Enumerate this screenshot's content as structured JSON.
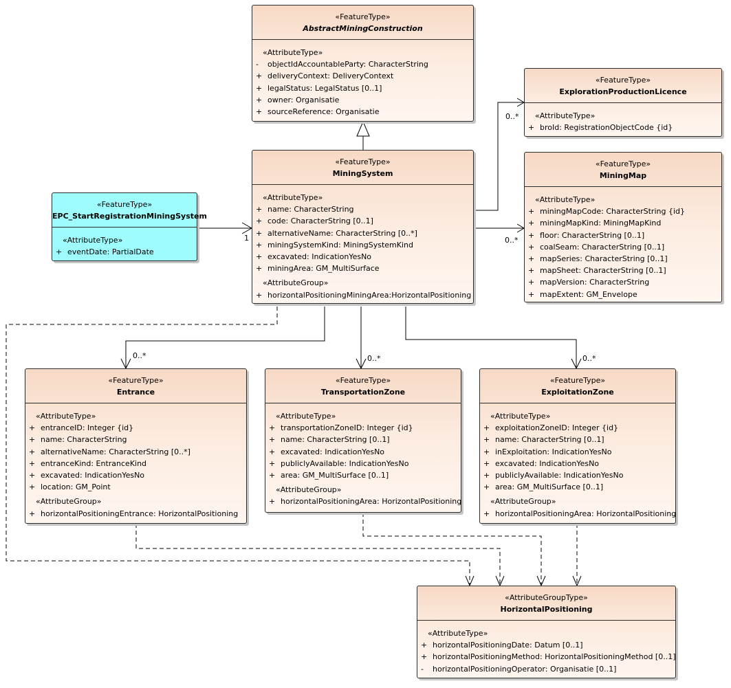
{
  "classes": {
    "amc": {
      "stereotype": "«FeatureType»",
      "name": "AbstractMiningConstruction",
      "groups": [
        {
          "header": "«AttributeType»",
          "rows": [
            {
              "vis": "-",
              "text": "objectIdAccountableParty: CharacterString"
            },
            {
              "vis": "+",
              "text": "deliveryContext: DeliveryContext"
            },
            {
              "vis": "+",
              "text": "legalStatus: LegalStatus [0..1]"
            },
            {
              "vis": "+",
              "text": "owner: Organisatie"
            },
            {
              "vis": "+",
              "text": "sourceReference: Organisatie"
            }
          ]
        }
      ]
    },
    "epl": {
      "stereotype": "«FeatureType»",
      "name": "ExplorationProductionLicence",
      "groups": [
        {
          "header": "«AttributeType»",
          "rows": [
            {
              "vis": "+",
              "text": "broId: RegistrationObjectCode {id}"
            }
          ]
        }
      ]
    },
    "mm": {
      "stereotype": "«FeatureType»",
      "name": "MiningMap",
      "groups": [
        {
          "header": "«AttributeType»",
          "rows": [
            {
              "vis": "+",
              "text": "miningMapCode: CharacterString {id}"
            },
            {
              "vis": "+",
              "text": "miningMapKind: MiningMapKind"
            },
            {
              "vis": "+",
              "text": "floor: CharacterString [0..1]"
            },
            {
              "vis": "+",
              "text": "coalSeam: CharacterString [0..1]"
            },
            {
              "vis": "+",
              "text": "mapSeries: CharacterString [0..1]"
            },
            {
              "vis": "+",
              "text": "mapSheet: CharacterString [0..1]"
            },
            {
              "vis": "+",
              "text": "mapVersion: CharacterString"
            },
            {
              "vis": "+",
              "text": "mapExtent: GM_Envelope"
            }
          ]
        }
      ]
    },
    "ms": {
      "stereotype": "«FeatureType»",
      "name": "MiningSystem",
      "groups": [
        {
          "header": "«AttributeType»",
          "rows": [
            {
              "vis": "+",
              "text": "name: CharacterString"
            },
            {
              "vis": "+",
              "text": "code: CharacterString [0..1]"
            },
            {
              "vis": "+",
              "text": "alternativeName: CharacterString [0..*]"
            },
            {
              "vis": "+",
              "text": "miningSystemKind: MiningSystemKind"
            },
            {
              "vis": "+",
              "text": "excavated: IndicationYesNo"
            },
            {
              "vis": "+",
              "text": "miningArea: GM_MultiSurface"
            }
          ]
        },
        {
          "header": "«AttributeGroup»",
          "rows": [
            {
              "vis": "+",
              "text": "horizontalPositioningMiningArea:HorizontalPositioning"
            }
          ]
        }
      ]
    },
    "epc": {
      "stereotype": "«FeatureType»",
      "name": "EPC_StartRegistrationMiningSystem",
      "groups": [
        {
          "header": "«AttributeType»",
          "rows": [
            {
              "vis": "+",
              "text": "eventDate: PartialDate"
            }
          ]
        }
      ]
    },
    "ent": {
      "stereotype": "«FeatureType»",
      "name": "Entrance",
      "groups": [
        {
          "header": "«AttributeType»",
          "rows": [
            {
              "vis": "+",
              "text": "entranceID: Integer {id}"
            },
            {
              "vis": "+",
              "text": "name: CharacterString"
            },
            {
              "vis": "+",
              "text": "alternativeName: CharacterString [0..*]"
            },
            {
              "vis": "+",
              "text": "entranceKind: EntranceKind"
            },
            {
              "vis": "+",
              "text": "excavated: IndicationYesNo"
            },
            {
              "vis": "+",
              "text": "location: GM_Point"
            }
          ]
        },
        {
          "header": "«AttributeGroup»",
          "rows": [
            {
              "vis": "+",
              "text": "horizontalPositioningEntrance: HorizontalPositioning"
            }
          ]
        }
      ]
    },
    "tz": {
      "stereotype": "«FeatureType»",
      "name": "TransportationZone",
      "groups": [
        {
          "header": "«AttributeType»",
          "rows": [
            {
              "vis": "+",
              "text": "transportationZoneID: Integer {id}"
            },
            {
              "vis": "+",
              "text": "name: CharacterString [0..1]"
            },
            {
              "vis": "+",
              "text": "excavated: IndicationYesNo"
            },
            {
              "vis": "+",
              "text": "publiclyAvailable: IndicationYesNo"
            },
            {
              "vis": "+",
              "text": "area: GM_MultiSurface [0..1]"
            }
          ]
        },
        {
          "header": "«AttributeGroup»",
          "rows": [
            {
              "vis": "+",
              "text": "horizontalPositioningArea: HorizontalPositioning"
            }
          ]
        }
      ]
    },
    "ez": {
      "stereotype": "«FeatureType»",
      "name": "ExploitationZone",
      "groups": [
        {
          "header": "«AttributeType»",
          "rows": [
            {
              "vis": "+",
              "text": "exploitationZoneID: Integer {id}"
            },
            {
              "vis": "+",
              "text": "name: CharacterString [0..1]"
            },
            {
              "vis": "+",
              "text": "inExploitation: IndicationYesNo"
            },
            {
              "vis": "+",
              "text": "excavated: IndicationYesNo"
            },
            {
              "vis": "+",
              "text": "publiclyAvailable: IndicationYesNo"
            },
            {
              "vis": "+",
              "text": "area: GM_MultiSurface [0..1]"
            }
          ]
        },
        {
          "header": "«AttributeGroup»",
          "rows": [
            {
              "vis": "+",
              "text": "horizontalPositioningArea: HorizontalPositioning"
            }
          ]
        }
      ]
    },
    "hp": {
      "stereotype": "«AttributeGroupType»",
      "name": "HorizontalPositioning",
      "groups": [
        {
          "header": "«AttributeType»",
          "rows": [
            {
              "vis": "+",
              "text": "horizontalPositioningDate: Datum [0..1]"
            },
            {
              "vis": "+",
              "text": "horizontalPositioningMethod: HorizontalPositioningMethod [0..1]"
            },
            {
              "vis": "-",
              "text": "horizontalPositioningOperator: Organisatie [0..1]"
            }
          ]
        }
      ]
    }
  },
  "multiplicities": {
    "epl": "0..*",
    "mm": "0..*",
    "epc_ms": "1",
    "ent": "0..*",
    "tz": "0..*",
    "ez": "0..*"
  }
}
